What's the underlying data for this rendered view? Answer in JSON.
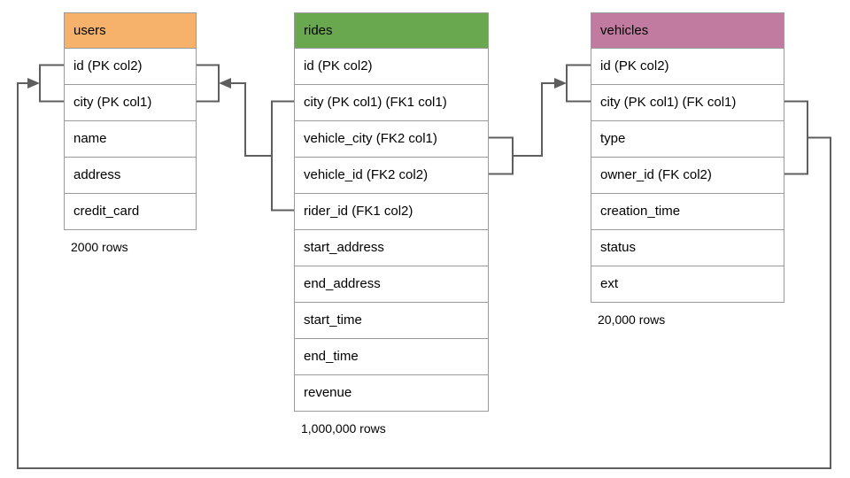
{
  "tables": [
    {
      "name": "users",
      "header_color": "#F6B26B",
      "columns": [
        "id (PK col2)",
        "city (PK col1)",
        "name",
        "address",
        "credit_card"
      ],
      "rows_count": "2000 rows"
    },
    {
      "name": "rides",
      "header_color": "#6AA84F",
      "columns": [
        "id (PK col2)",
        "city (PK col1) (FK1 col1)",
        "vehicle_city (FK2 col1)",
        "vehicle_id (FK2 col2)",
        "rider_id (FK1 col2)",
        "start_address",
        "end_address",
        "start_time",
        "end_time",
        "revenue"
      ],
      "rows_count": "1,000,000 rows"
    },
    {
      "name": "vehicles",
      "header_color": "#C27BA0",
      "columns": [
        "id (PK col2)",
        "city (PK col1) (FK col1)",
        "type",
        "owner_id (FK col2)",
        "creation_time",
        "status",
        "ext"
      ],
      "rows_count": "20,000 rows"
    }
  ],
  "relationships": [
    {
      "label": "FK1",
      "from_table": "rides",
      "from_columns": [
        "city (FK1 col1)",
        "rider_id (FK1 col2)"
      ],
      "to_table": "users",
      "to_columns": [
        "id (PK col2)",
        "city (PK col1)"
      ]
    },
    {
      "label": "FK2",
      "from_table": "rides",
      "from_columns": [
        "vehicle_city (FK2 col1)",
        "vehicle_id (FK2 col2)"
      ],
      "to_table": "vehicles",
      "to_columns": [
        "id (PK col2)",
        "city (PK col1)"
      ]
    },
    {
      "label": "FK",
      "from_table": "vehicles",
      "from_columns": [
        "city (FK col1)",
        "owner_id (FK col2)"
      ],
      "to_table": "users",
      "to_columns": [
        "id (PK col2)",
        "city (PK col1)"
      ]
    }
  ],
  "colors": {
    "connector": "#5e5e5e",
    "table_border": "#9b9b9b",
    "users_header": "#F6B26B",
    "rides_header": "#6AA84F",
    "vehicles_header": "#C27BA0"
  }
}
